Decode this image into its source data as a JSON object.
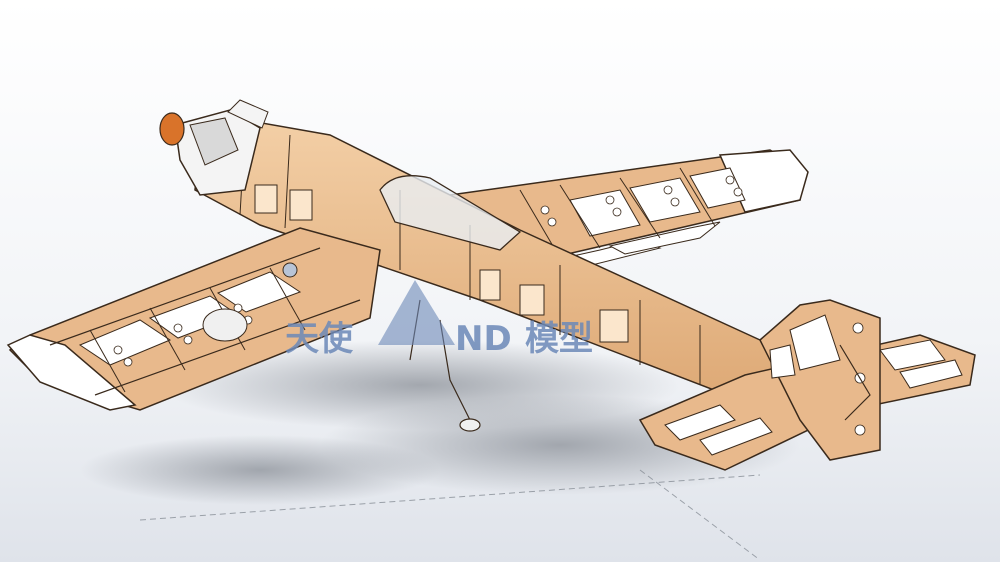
{
  "watermark": {
    "text_left": "天使",
    "text_mid": "ND",
    "text_right": "模型"
  },
  "colors": {
    "background_top": "#ffffff",
    "background_bottom": "#d9dde6",
    "wood": "#e8b98c",
    "wood_light": "#f0cba3",
    "wood_dark": "#c9925f",
    "outline": "#3a2a1c",
    "spinner": "#d9732a",
    "canopy": "#e8eef2",
    "watermark": "#6c89b8"
  }
}
